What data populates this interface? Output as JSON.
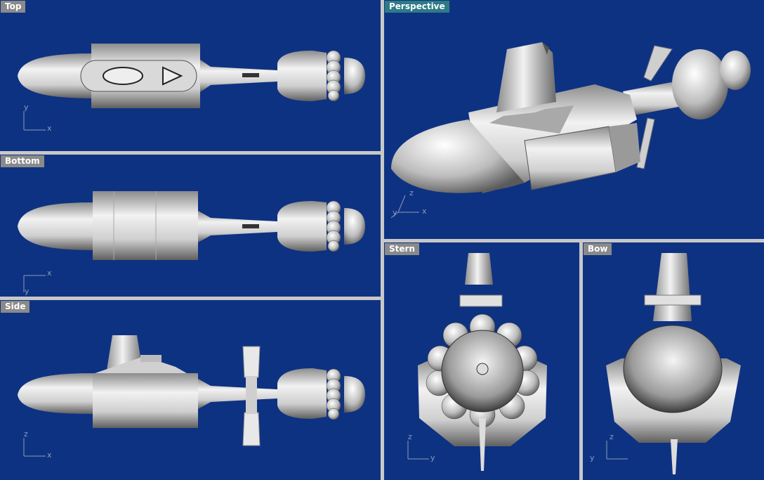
{
  "viewports": {
    "top": {
      "label": "Top",
      "axis_a": "x",
      "axis_b": "y"
    },
    "bottom": {
      "label": "Bottom",
      "axis_a": "x",
      "axis_b": "y"
    },
    "side": {
      "label": "Side",
      "axis_a": "x",
      "axis_b": "z"
    },
    "perspective": {
      "label": "Perspective",
      "axis_x": "x",
      "axis_y": "y",
      "axis_z": "z",
      "active": true
    },
    "stern": {
      "label": "Stern",
      "axis_a": "y",
      "axis_b": "z"
    },
    "bow": {
      "label": "Bow",
      "axis_a": "y",
      "axis_b": "z"
    }
  },
  "colors": {
    "background": "#0e3282",
    "frame": "#c8c8c8",
    "label": "#8a8a8a",
    "active_label": "#2e7a86",
    "axis": "#8c9ab8"
  }
}
